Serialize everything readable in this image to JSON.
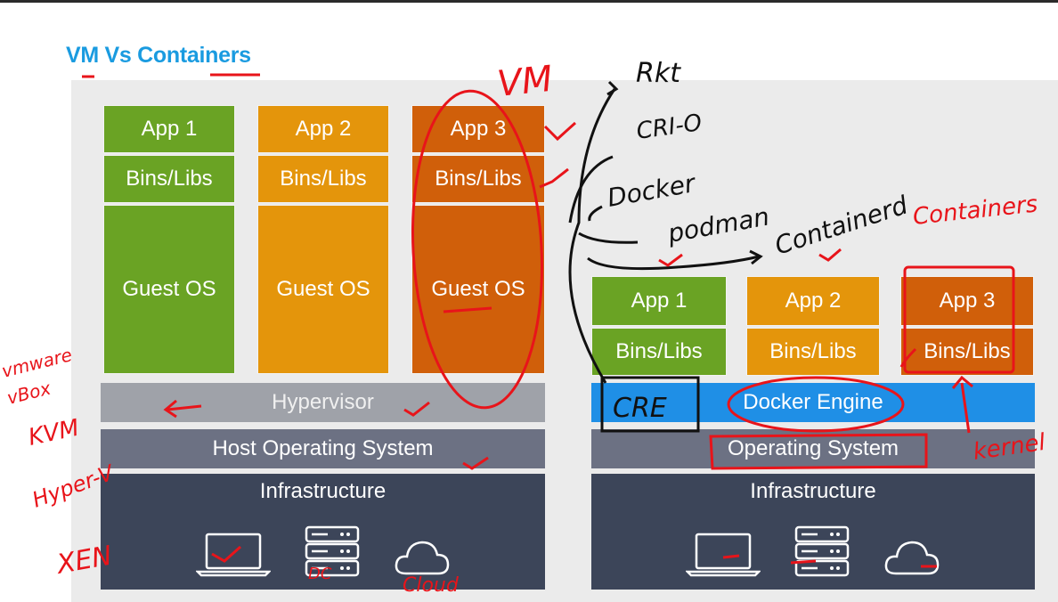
{
  "title": "VM Vs Containers",
  "vm": {
    "apps": [
      {
        "app": "App 1",
        "libs": "Bins/Libs",
        "os": "Guest OS",
        "color": "#6aa324"
      },
      {
        "app": "App 2",
        "libs": "Bins/Libs",
        "os": "Guest OS",
        "color": "#e4950b"
      },
      {
        "app": "App 3",
        "libs": "Bins/Libs",
        "os": "Guest OS",
        "color": "#d05f0a"
      }
    ],
    "hypervisor": "Hypervisor",
    "host_os": "Host Operating System",
    "infrastructure": "Infrastructure"
  },
  "containers": {
    "apps": [
      {
        "app": "App 1",
        "libs": "Bins/Libs",
        "color": "#6aa324"
      },
      {
        "app": "App 2",
        "libs": "Bins/Libs",
        "color": "#e4950b"
      },
      {
        "app": "App 3",
        "libs": "Bins/Libs",
        "color": "#d05f0a"
      }
    ],
    "engine": "Docker Engine",
    "os": "Operating System",
    "infrastructure": "Infrastructure"
  },
  "handwriting": {
    "vm": "VM",
    "rkt": "Rkt",
    "crio": "CRI-O",
    "docker": "Docker",
    "podman": "podman",
    "containerd": "Containerd",
    "containers": "Containers",
    "cre": "CRE",
    "kernel": "kernel",
    "vmware": "vmware",
    "vbox": "vBox",
    "kvm": "KVM",
    "hyperv": "Hyper-V",
    "xen": "XEN",
    "dc": "DC",
    "cloud": "Cloud"
  },
  "colors": {
    "title": "#1a9be0",
    "ink_red": "#e8141a",
    "ink_black": "#111111"
  }
}
